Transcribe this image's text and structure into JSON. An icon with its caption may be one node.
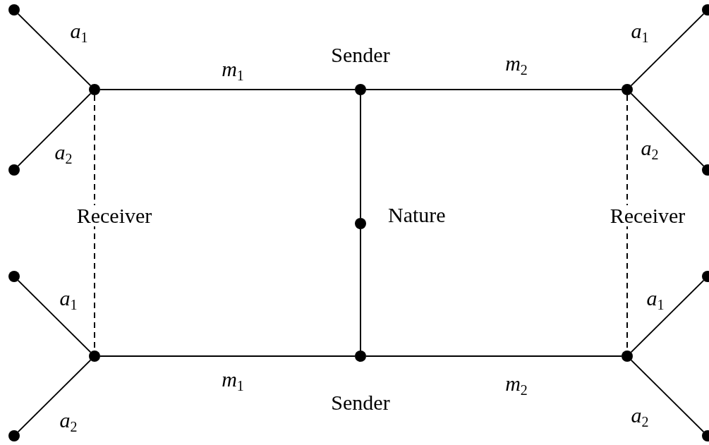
{
  "diagram": {
    "nodes": [
      {
        "text": [],
        "shape": "circle",
        "beside": [
          "Nature"
        ]
      },
      {
        "text": [],
        "shape": "circle",
        "beside": [
          "Sender"
        ]
      },
      {
        "text": [],
        "shape": "circle",
        "beside": [
          "Sender"
        ]
      },
      {
        "text": [],
        "shape": "circle"
      },
      {
        "text": [],
        "shape": "circle"
      },
      {
        "text": [],
        "shape": "circle"
      },
      {
        "text": [],
        "shape": "circle"
      },
      {
        "text": [],
        "shape": "circle"
      },
      {
        "text": [],
        "shape": "circle"
      },
      {
        "text": [],
        "shape": "circle"
      },
      {
        "text": [],
        "shape": "circle"
      },
      {
        "text": [],
        "shape": "circle"
      },
      {
        "text": [],
        "shape": "circle"
      },
      {
        "text": [],
        "shape": "circle"
      },
      {
        "text": [],
        "shape": "circle"
      }
    ],
    "edges": [
      {
        "from": 0,
        "to": 1,
        "arrow": "none"
      },
      {
        "from": 0,
        "to": 2,
        "arrow": "none"
      },
      {
        "from": 1,
        "to": 3,
        "arrow": "none",
        "label": "*m*$_{1}$"
      },
      {
        "from": 1,
        "to": 4,
        "arrow": "none",
        "label": "*m*$_{2}$"
      },
      {
        "from": 2,
        "to": 5,
        "arrow": "none",
        "label": "*m*$_{1}$"
      },
      {
        "from": 2,
        "to": 6,
        "arrow": "none",
        "label": "*m*$_{2}$"
      },
      {
        "from": 3,
        "to": 7,
        "arrow": "none",
        "label": "*a*$_{1}$"
      },
      {
        "from": 3,
        "to": 8,
        "arrow": "none",
        "label": "*a*$_{2}$"
      },
      {
        "from": 4,
        "to": 11,
        "arrow": "none",
        "label": "*a*$_{1}$"
      },
      {
        "from": 4,
        "to": 12,
        "arrow": "none",
        "label": "*a*$_{2}$"
      },
      {
        "from": 5,
        "to": 9,
        "arrow": "none",
        "label": "*a*$_{1}$"
      },
      {
        "from": 5,
        "to": 10,
        "arrow": "none",
        "label": "*a*$_{2}$"
      },
      {
        "from": 6,
        "to": 13,
        "arrow": "none",
        "label": "*a*$_{1}$"
      },
      {
        "from": 6,
        "to": 14,
        "arrow": "none",
        "label": "*a*$_{2}$"
      },
      {
        "from": 3,
        "to": 5,
        "arrow": "none",
        "style": "dashed",
        "label": "Receiver"
      },
      {
        "from": 4,
        "to": 6,
        "arrow": "none",
        "style": "dashed",
        "label": "Receiver"
      }
    ]
  }
}
